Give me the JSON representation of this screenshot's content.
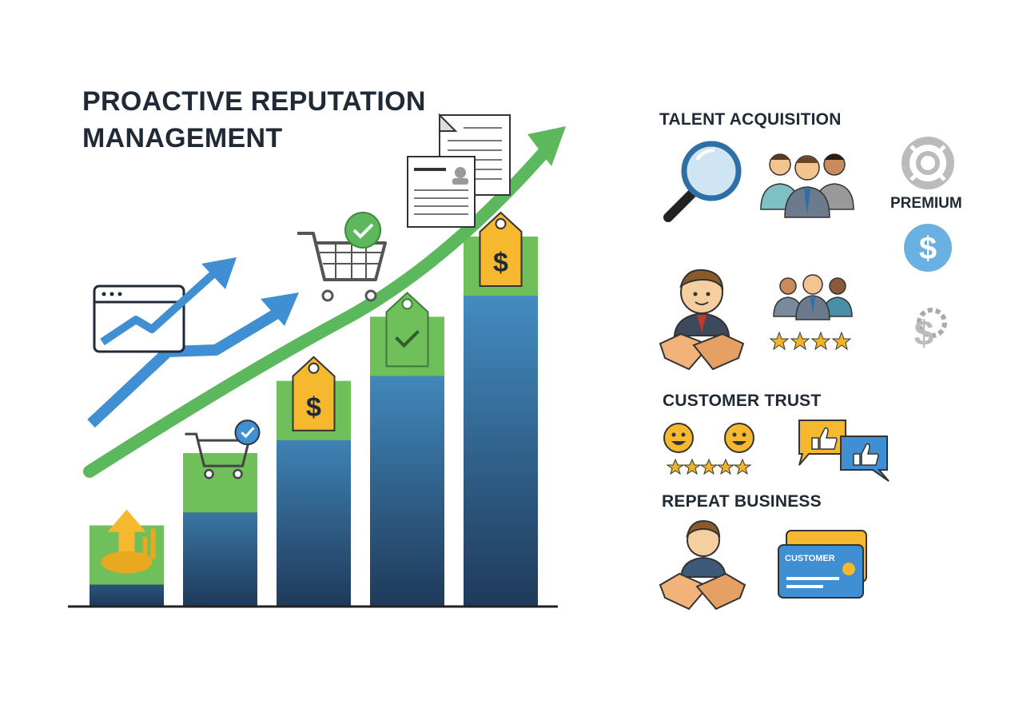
{
  "title": {
    "line1": "PROACTIVE REPUTATION",
    "line2": "MANAGEMENT"
  },
  "sections": {
    "talent": {
      "heading": "TALENT ACQUISITION",
      "premium_label": "PREMIUM"
    },
    "trust": {
      "heading": "CUSTOMER TRUST"
    },
    "repeat": {
      "heading": "REPEAT BUSINESS",
      "card_label": "CUSTOMER"
    }
  },
  "chart_data": {
    "type": "bar",
    "categories": [
      "",
      "",
      "",
      "",
      ""
    ],
    "values": [
      1.0,
      1.9,
      2.8,
      3.6,
      4.6
    ],
    "series": [
      {
        "values": [
          1.0,
          1.9,
          2.8,
          3.6,
          4.6
        ]
      }
    ],
    "bar_icons": [
      "money-growth-icon",
      "shopping-cart-icon",
      "price-tag-icon",
      "approved-tag-icon",
      "price-tag-icon"
    ],
    "title": "",
    "xlabel": "",
    "ylabel": ""
  },
  "colors": {
    "bar_top": "#4a9bd4",
    "bar_bottom": "#1f3a5a",
    "bar_cap": "#6fbf5a",
    "arrow_green": "#5cb85c",
    "arrow_blue": "#3f8fd2",
    "tag_yellow": "#f5b82e",
    "text_dark": "#1f2a36",
    "star": "#f0b429"
  }
}
